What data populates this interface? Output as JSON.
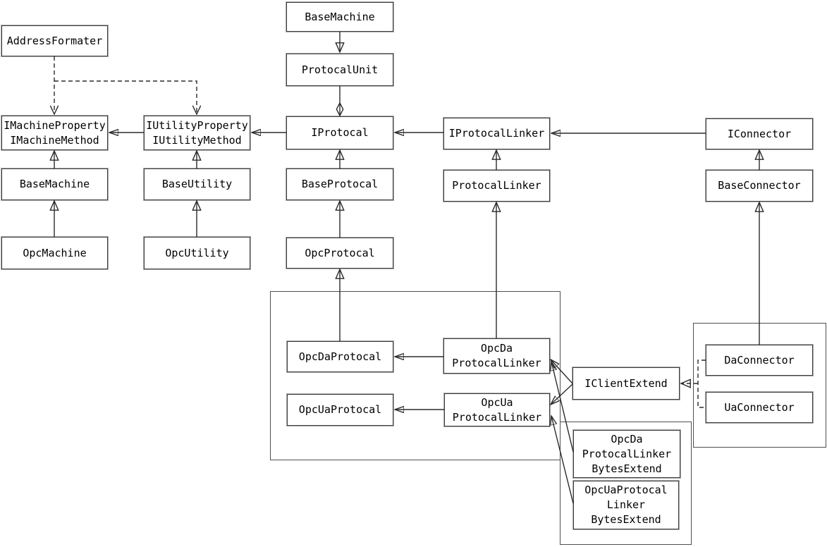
{
  "diagram": {
    "kind": "uml-class-diagram"
  },
  "nodes": {
    "base_machine_top": {
      "label": "BaseMachine"
    },
    "protocal_unit": {
      "label": "ProtocalUnit"
    },
    "address_formater": {
      "label": "AddressFormater"
    },
    "imachine": {
      "label": "IMachineProperty\nIMachineMethod"
    },
    "iutility": {
      "label": "IUtilityProperty\nIUtilityMethod"
    },
    "iprotocal": {
      "label": "IProtocal"
    },
    "iprotocal_linker": {
      "label": "IProtocalLinker"
    },
    "iconnector": {
      "label": "IConnector"
    },
    "base_machine": {
      "label": "BaseMachine"
    },
    "base_utility": {
      "label": "BaseUtility"
    },
    "base_protocal": {
      "label": "BaseProtocal"
    },
    "protocal_linker": {
      "label": "ProtocalLinker"
    },
    "base_connector": {
      "label": "BaseConnector"
    },
    "opc_machine": {
      "label": "OpcMachine"
    },
    "opc_utility": {
      "label": "OpcUtility"
    },
    "opc_protocal": {
      "label": "OpcProtocal"
    },
    "opcda_protocal": {
      "label": "OpcDaProtocal"
    },
    "opcua_protocal": {
      "label": "OpcUaProtocal"
    },
    "opcda_linker": {
      "label": "OpcDa\nProtocalLinker"
    },
    "opcua_linker": {
      "label": "OpcUa\nProtocalLinker"
    },
    "iclient_extend": {
      "label": "IClientExtend"
    },
    "da_connector": {
      "label": "DaConnector"
    },
    "ua_connector": {
      "label": "UaConnector"
    },
    "opcda_bytes": {
      "label": "OpcDa\nProtocalLinker\nBytesExtend"
    },
    "opcua_bytes": {
      "label": "OpcUaProtocal\nLinker\nBytesExtend"
    }
  },
  "relationships": [
    {
      "from": "BaseMachine (top)",
      "to": "ProtocalUnit",
      "arrow": "hollow-triangle"
    },
    {
      "from": "ProtocalUnit",
      "to": "IProtocal",
      "arrow": "hollow-diamond-aggregation"
    },
    {
      "from": "BaseProtocal",
      "to": "IProtocal",
      "arrow": "hollow-triangle"
    },
    {
      "from": "OpcProtocal",
      "to": "BaseProtocal",
      "arrow": "hollow-triangle"
    },
    {
      "from": "OpcDaProtocal",
      "to": "OpcProtocal",
      "arrow": "hollow-triangle"
    },
    {
      "from": "BaseMachine",
      "to": "IMachineProperty IMachineMethod",
      "arrow": "hollow-triangle"
    },
    {
      "from": "OpcMachine",
      "to": "BaseMachine",
      "arrow": "hollow-triangle"
    },
    {
      "from": "BaseUtility",
      "to": "IUtilityProperty IUtilityMethod",
      "arrow": "hollow-triangle"
    },
    {
      "from": "OpcUtility",
      "to": "BaseUtility",
      "arrow": "hollow-triangle"
    },
    {
      "from": "ProtocalLinker",
      "to": "IProtocalLinker",
      "arrow": "hollow-triangle"
    },
    {
      "from": "OpcDa ProtocalLinker",
      "to": "ProtocalLinker",
      "arrow": "hollow-triangle"
    },
    {
      "from": "BaseConnector",
      "to": "IConnector",
      "arrow": "hollow-triangle"
    },
    {
      "from": "DaConnector",
      "to": "BaseConnector",
      "arrow": "hollow-triangle"
    },
    {
      "from": "IUtilityProperty IUtilityMethod",
      "to": "IMachineProperty IMachineMethod",
      "arrow": "filled"
    },
    {
      "from": "IProtocal",
      "to": "IUtilityProperty IUtilityMethod",
      "arrow": "filled"
    },
    {
      "from": "IProtocalLinker",
      "to": "IProtocal",
      "arrow": "filled"
    },
    {
      "from": "IConnector",
      "to": "IProtocalLinker",
      "arrow": "filled"
    },
    {
      "from": "OpcDa ProtocalLinker",
      "to": "OpcDaProtocal",
      "arrow": "filled"
    },
    {
      "from": "OpcUa ProtocalLinker",
      "to": "OpcUaProtocal",
      "arrow": "filled"
    },
    {
      "from": "IClientExtend",
      "to": "OpcDa ProtocalLinker",
      "arrow": "filled"
    },
    {
      "from": "IClientExtend",
      "to": "OpcUa ProtocalLinker",
      "arrow": "filled"
    },
    {
      "from": "OpcDa ProtocalLinker BytesExtend",
      "to": "OpcDa ProtocalLinker",
      "arrow": "filled"
    },
    {
      "from": "OpcUaProtocal Linker BytesExtend",
      "to": "OpcUa ProtocalLinker",
      "arrow": "filled"
    },
    {
      "from": "DaConnector",
      "to": "IClientExtend",
      "arrow": "dashed-hollow-triangle"
    },
    {
      "from": "UaConnector",
      "to": "IClientExtend",
      "arrow": "dashed-hollow-triangle"
    },
    {
      "from": "AddressFormater",
      "to": "IMachineProperty IMachineMethod",
      "arrow": "dashed-open"
    },
    {
      "from": "AddressFormater",
      "to": "IUtilityProperty IUtilityMethod",
      "arrow": "dashed-open"
    }
  ]
}
